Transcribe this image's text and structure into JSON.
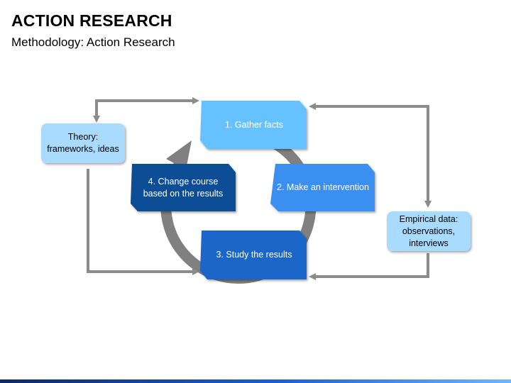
{
  "header": {
    "title": "ACTION RESEARCH",
    "subtitle": "Methodology: Action Research"
  },
  "steps": [
    {
      "label": "1. Gather facts",
      "color": "#66C2FF"
    },
    {
      "label": "2. Make an intervention",
      "color": "#3A8FF0"
    },
    {
      "label": "3. Study the results",
      "color": "#1B66C9"
    },
    {
      "label": "4. Change course\nbased on the results",
      "color": "#0E4E96"
    }
  ],
  "side_boxes": {
    "theory": "Theory:\nframeworks, ideas",
    "empirical": "Empirical data:\nobservations,\ninterviews"
  },
  "colors": {
    "cycle_arrow": "#808080",
    "connector": "#8C8C8C",
    "side_box_fill": "#A9DBFF",
    "side_box_text": "#000000",
    "step_text": "#FFFFFF"
  }
}
